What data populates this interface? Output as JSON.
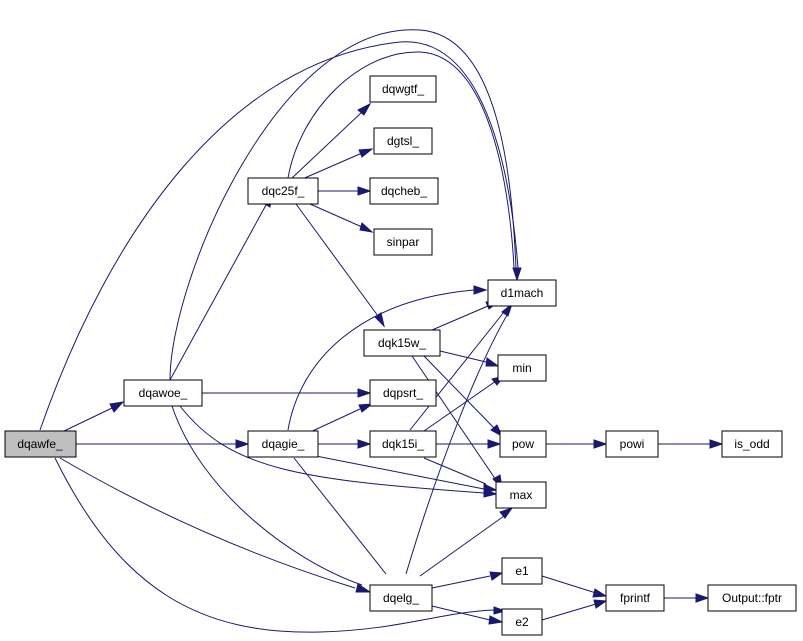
{
  "graph": {
    "nodes": {
      "dqawfe": {
        "label": "dqawfe_",
        "root": true
      },
      "dqawoe": {
        "label": "dqawoe_"
      },
      "dqc25f": {
        "label": "dqc25f_"
      },
      "dqwgtf": {
        "label": "dqwgtf_"
      },
      "dgtsl": {
        "label": "dgtsl_"
      },
      "dqcheb": {
        "label": "dqcheb_"
      },
      "sinpar": {
        "label": "sinpar"
      },
      "d1mach": {
        "label": "d1mach"
      },
      "dqk15w": {
        "label": "dqk15w_"
      },
      "min": {
        "label": "min"
      },
      "dqpsrt": {
        "label": "dqpsrt_"
      },
      "dqagie": {
        "label": "dqagie_"
      },
      "dqk15i": {
        "label": "dqk15i_"
      },
      "pow": {
        "label": "pow"
      },
      "powi": {
        "label": "powi"
      },
      "is_odd": {
        "label": "is_odd"
      },
      "max": {
        "label": "max"
      },
      "e1": {
        "label": "e1"
      },
      "fprintf": {
        "label": "fprintf"
      },
      "output_fptr": {
        "label": "Output::fptr"
      },
      "dqelg": {
        "label": "dqelg_"
      },
      "e2": {
        "label": "e2"
      }
    },
    "edges": [
      [
        "dqawfe",
        "dqawoe"
      ],
      [
        "dqawfe",
        "dqagie"
      ],
      [
        "dqawfe",
        "dqelg"
      ],
      [
        "dqawfe",
        "d1mach"
      ],
      [
        "dqawfe",
        "e2"
      ],
      [
        "dqawoe",
        "dqc25f"
      ],
      [
        "dqawoe",
        "dqpsrt"
      ],
      [
        "dqawoe",
        "d1mach"
      ],
      [
        "dqawoe",
        "max"
      ],
      [
        "dqawoe",
        "dqelg"
      ],
      [
        "dqc25f",
        "dqwgtf"
      ],
      [
        "dqc25f",
        "dgtsl"
      ],
      [
        "dqc25f",
        "dqcheb"
      ],
      [
        "dqc25f",
        "sinpar"
      ],
      [
        "dqc25f",
        "dqk15w"
      ],
      [
        "dqc25f",
        "d1mach"
      ],
      [
        "dqk15w",
        "d1mach"
      ],
      [
        "dqk15w",
        "min"
      ],
      [
        "dqk15w",
        "pow"
      ],
      [
        "dqk15w",
        "max"
      ],
      [
        "dqagie",
        "dqk15i"
      ],
      [
        "dqagie",
        "dqpsrt"
      ],
      [
        "dqagie",
        "d1mach"
      ],
      [
        "dqagie",
        "max"
      ],
      [
        "dqagie",
        "dqelg"
      ],
      [
        "dqk15i",
        "min"
      ],
      [
        "dqk15i",
        "pow"
      ],
      [
        "dqk15i",
        "max"
      ],
      [
        "dqk15i",
        "d1mach"
      ],
      [
        "pow",
        "powi"
      ],
      [
        "powi",
        "is_odd"
      ],
      [
        "dqelg",
        "d1mach"
      ],
      [
        "dqelg",
        "max"
      ],
      [
        "dqelg",
        "e1"
      ],
      [
        "dqelg",
        "e2"
      ],
      [
        "e1",
        "fprintf"
      ],
      [
        "e2",
        "fprintf"
      ],
      [
        "fprintf",
        "output_fptr"
      ]
    ]
  }
}
